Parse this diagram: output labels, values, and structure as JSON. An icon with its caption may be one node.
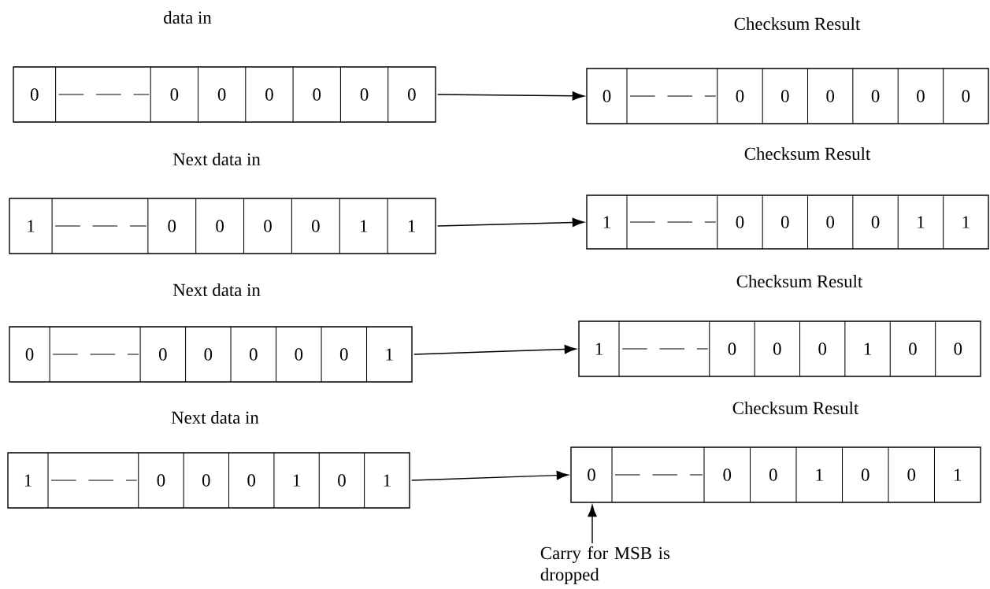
{
  "diagram": {
    "nodes": [
      {
        "text": [
          "data in",
          "0",
          "0",
          "0",
          "0",
          "0",
          "0",
          "0"
        ]
      },
      {
        "text": [
          "Checksum Result",
          "0",
          "0",
          "0",
          "0",
          "0",
          "0",
          "0"
        ]
      },
      {
        "text": [
          "Next data in",
          "1",
          "0",
          "0",
          "0",
          "0",
          "1",
          "1"
        ]
      },
      {
        "text": [
          "Checksum Result",
          "1",
          "0",
          "0",
          "0",
          "0",
          "1",
          "1"
        ]
      },
      {
        "text": [
          "Next data in",
          "0",
          "0",
          "0",
          "0",
          "0",
          "0",
          "1"
        ]
      },
      {
        "text": [
          "Checksum Result",
          "1",
          "0",
          "0",
          "0",
          "1",
          "0",
          "0"
        ]
      },
      {
        "text": [
          "Next data in",
          "1",
          "0",
          "0",
          "0",
          "1",
          "0",
          "1"
        ]
      },
      {
        "text": [
          "Checksum Result",
          "0",
          "0",
          "0",
          "1",
          "0",
          "0",
          "1"
        ]
      },
      {
        "text": [
          "Carry for MSB is dropped"
        ]
      }
    ],
    "edges": [
      {
        "from": 0,
        "to": 1,
        "arrow": "to"
      },
      {
        "from": 2,
        "to": 3,
        "arrow": "to"
      },
      {
        "from": 4,
        "to": 5,
        "arrow": "to"
      },
      {
        "from": 6,
        "to": 7,
        "arrow": "to"
      },
      {
        "from": 8,
        "to": 7,
        "arrow": "to"
      }
    ]
  }
}
